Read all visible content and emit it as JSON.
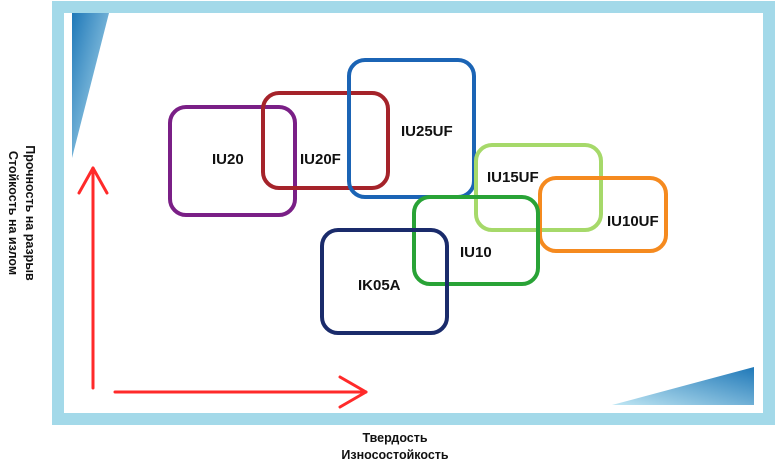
{
  "diagram": {
    "x_axis": {
      "line1": "Твердость",
      "line2": "Износостойкость"
    },
    "y_axis": {
      "line1": "Прочность на разрыв",
      "line2": "Стойкость на излом"
    },
    "colors": {
      "frame": "#a3d9e9",
      "arrow": "#ff2a2a",
      "corner_dark": "#1f78b8",
      "corner_light": "#bfe6f3"
    },
    "grades": [
      {
        "label": "IU20",
        "color": "#7a1f86"
      },
      {
        "label": "IU20F",
        "color": "#a5232a"
      },
      {
        "label": "IU25UF",
        "color": "#1b64b5"
      },
      {
        "label": "IU15UF",
        "color": "#a6d96a"
      },
      {
        "label": "IU10UF",
        "color": "#f58a1f"
      },
      {
        "label": "IU10",
        "color": "#29a336"
      },
      {
        "label": "IK05A",
        "color": "#1a2b6b"
      }
    ]
  }
}
